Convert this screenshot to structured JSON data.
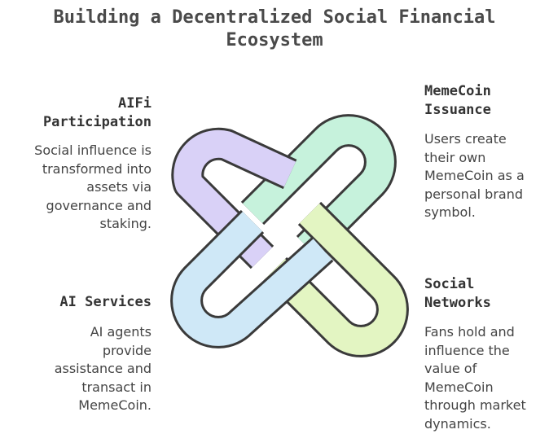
{
  "title": {
    "line1": "Building a Decentralized Social Financial",
    "line2": "Ecosystem"
  },
  "sections": {
    "aifi": {
      "heading": [
        "AIFi",
        "Participation"
      ],
      "text": [
        "Social influence is",
        "transformed into",
        "assets via",
        "governance and",
        "staking."
      ]
    },
    "memecoin": {
      "heading": [
        "MemeCoin",
        "Issuance"
      ],
      "text": [
        "Users create",
        "their own",
        "MemeCoin as a",
        "personal brand",
        "symbol."
      ]
    },
    "ai_services": {
      "heading": [
        "AI Services"
      ],
      "text": [
        "AI agents",
        "provide",
        "assistance and",
        "transact in",
        "MemeCoin."
      ]
    },
    "social": {
      "heading": [
        "Social",
        "Networks"
      ],
      "text": [
        "Fans hold and",
        "influence the",
        "value of",
        "MemeCoin",
        "through market",
        "dynamics."
      ]
    }
  },
  "colors": {
    "purple_loop": "#d9d1f7",
    "mint_loop": "#c6f2dc",
    "lime_loop": "#e3f5c2",
    "blue_loop": "#cfe8f7",
    "outline": "#3a3a3a"
  }
}
